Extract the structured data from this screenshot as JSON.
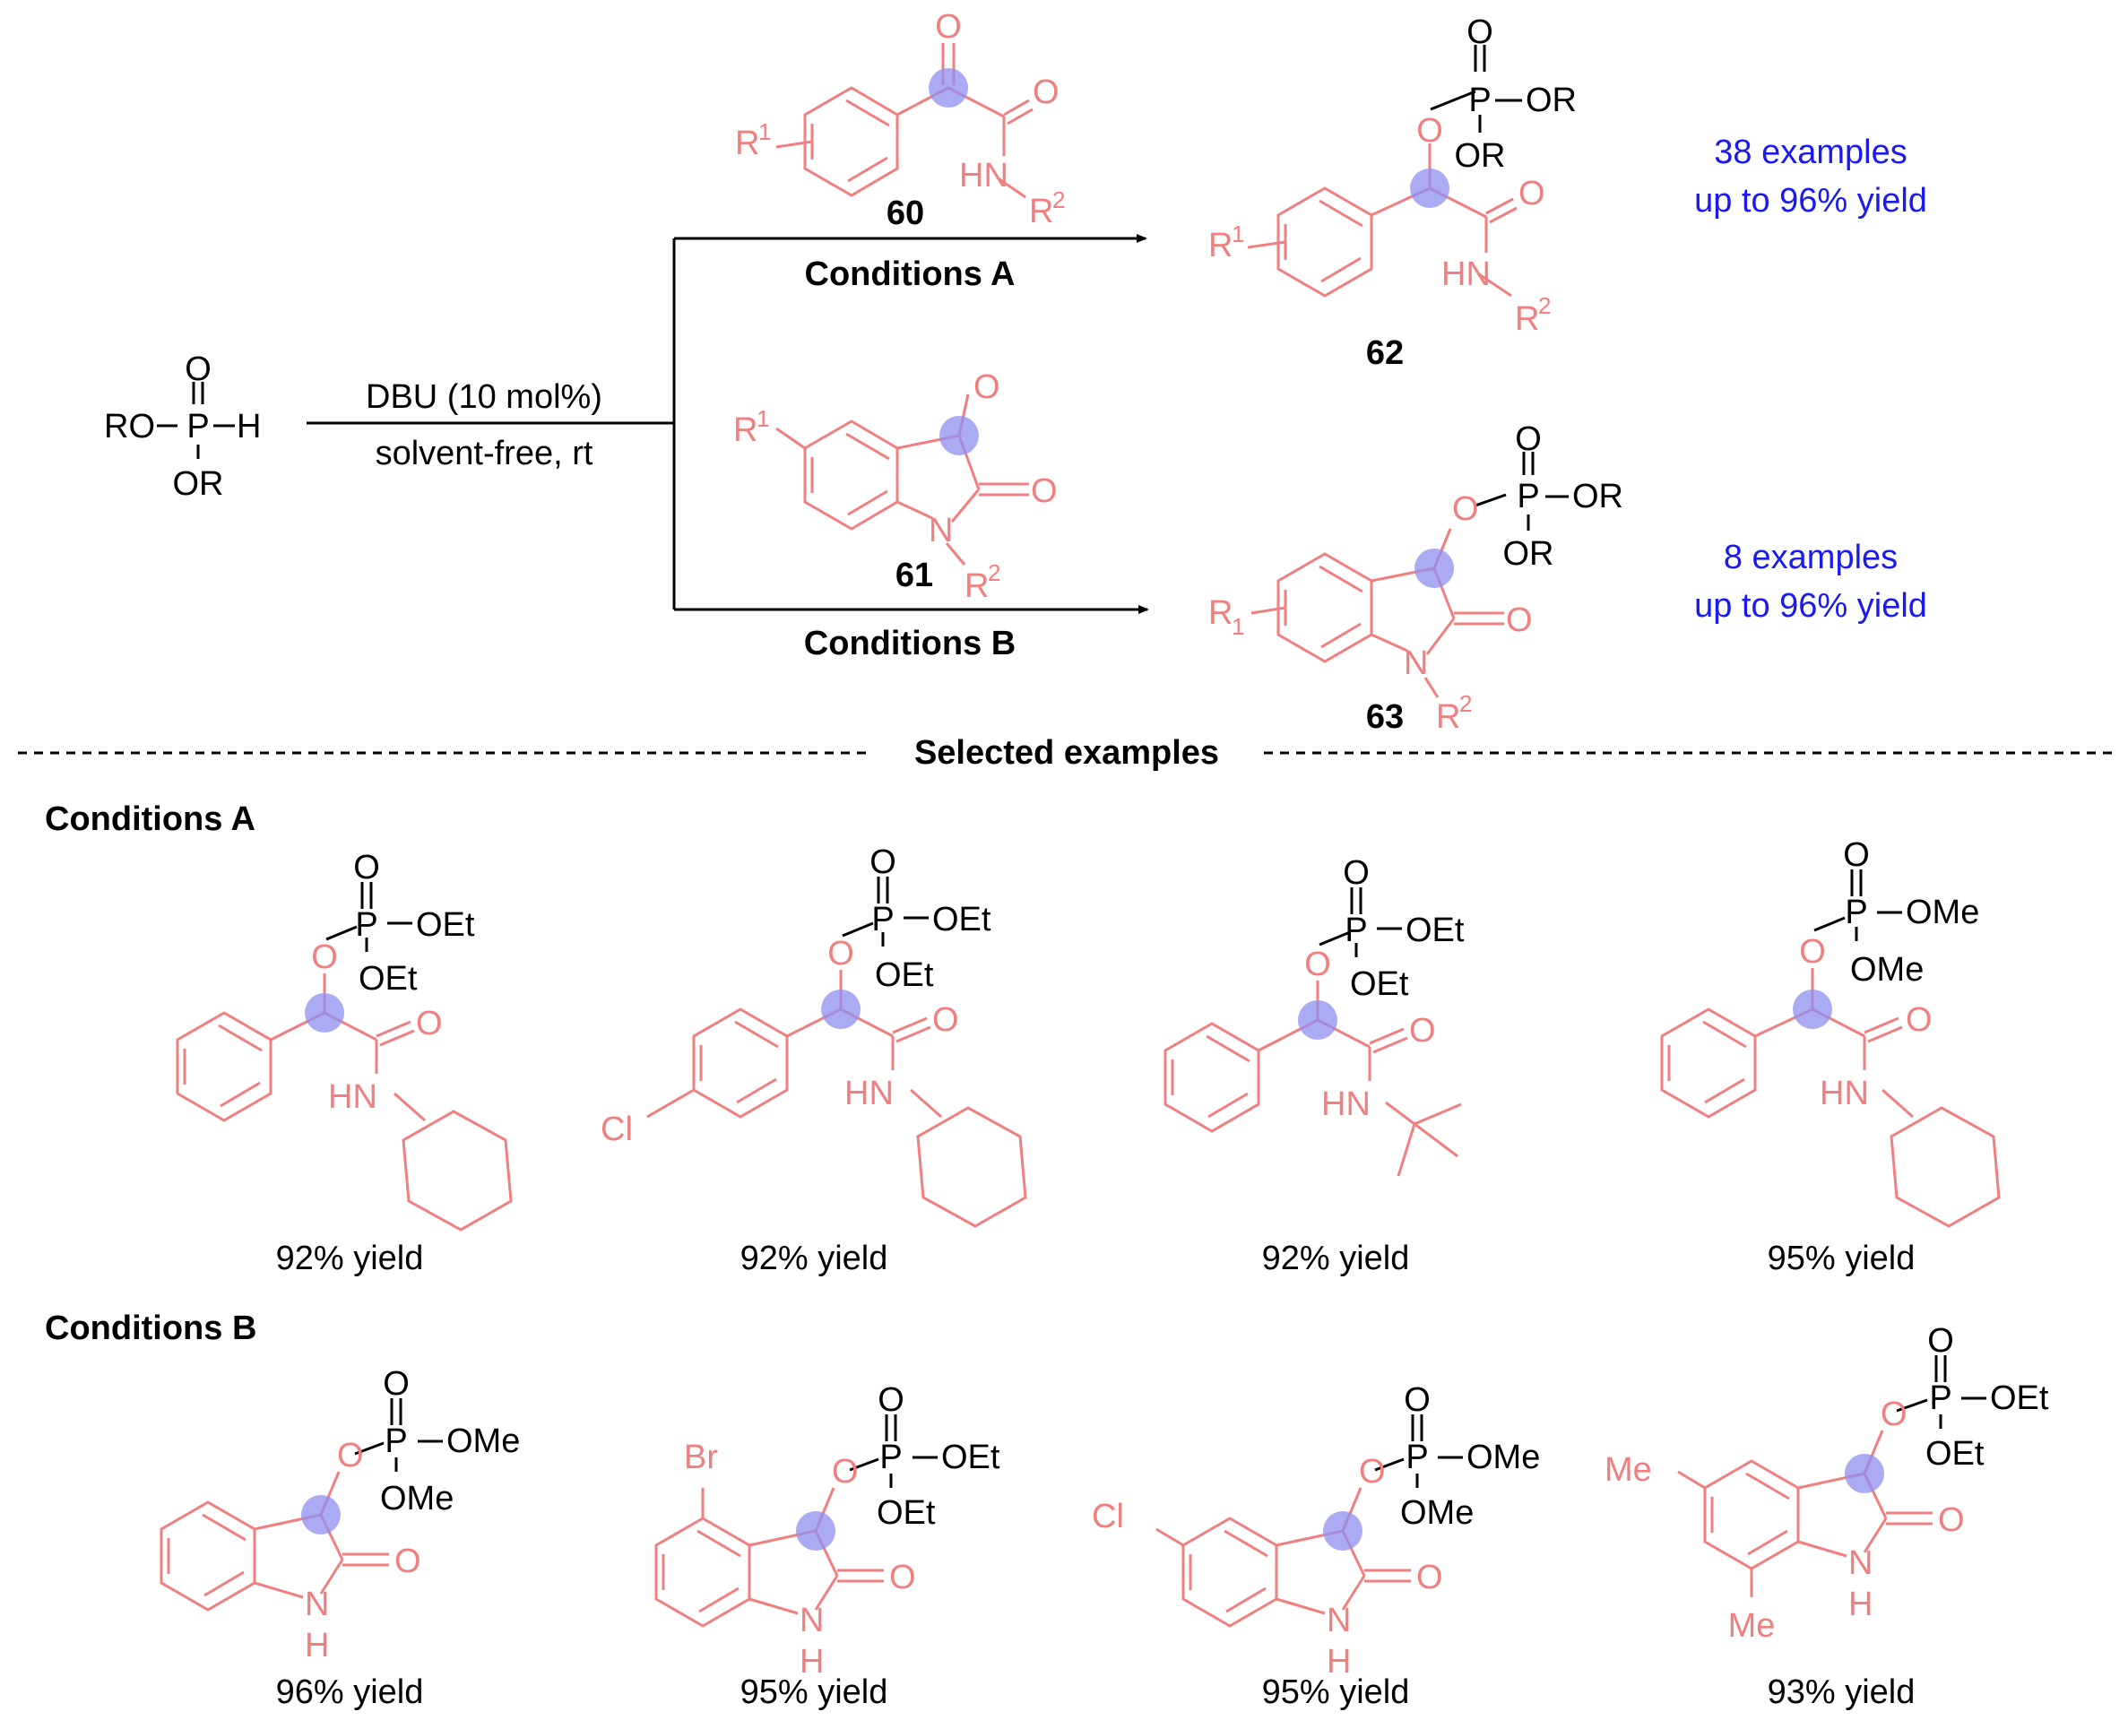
{
  "colors": {
    "reagent": "#000000",
    "substrate": "#f07f7f",
    "highlight_atom": "#8f8ff0",
    "summary_text": "#1a1aee"
  },
  "reagents": {
    "phosphite": {
      "ro": "RO",
      "p": "P",
      "h": "H",
      "o": "O",
      "or": "OR"
    },
    "conditions_line1": "DBU (10 mol%)",
    "conditions_line2": "solvent-free, rt"
  },
  "route_a": {
    "label": "Conditions A",
    "substrate_id": "60",
    "product_id": "62",
    "summary_line1": "38 examples",
    "summary_line2": "up to 96% yield"
  },
  "route_b": {
    "label": "Conditions B",
    "substrate_id": "61",
    "product_id": "63",
    "summary_line1": "8 examples",
    "summary_line2": "up to 96% yield"
  },
  "divider_title": "Selected examples",
  "section_a": {
    "title": "Conditions A",
    "examples": [
      {
        "op1": "OEt",
        "op2": "OEt",
        "ring_sub": "",
        "amine": "HN",
        "yield": "92% yield"
      },
      {
        "op1": "OEt",
        "op2": "OEt",
        "ring_sub": "Cl",
        "amine": "HN",
        "yield": "92% yield"
      },
      {
        "op1": "OEt",
        "op2": "OEt",
        "ring_sub": "",
        "amine": "HN",
        "yield": "92% yield"
      },
      {
        "op1": "OMe",
        "op2": "OMe",
        "ring_sub": "",
        "amine": "HN",
        "yield": "95% yield"
      }
    ]
  },
  "section_b": {
    "title": "Conditions B",
    "examples": [
      {
        "op1": "OMe",
        "op2": "OMe",
        "sub1": "",
        "sub2": "",
        "yield": "96% yield"
      },
      {
        "op1": "OEt",
        "op2": "OEt",
        "sub1": "Br",
        "sub2": "",
        "yield": "95% yield"
      },
      {
        "op1": "OMe",
        "op2": "OMe",
        "sub1": "Cl",
        "sub2": "",
        "yield": "95% yield"
      },
      {
        "op1": "OEt",
        "op2": "OEt",
        "sub1": "Me",
        "sub2": "Me",
        "yield": "93% yield"
      }
    ]
  }
}
